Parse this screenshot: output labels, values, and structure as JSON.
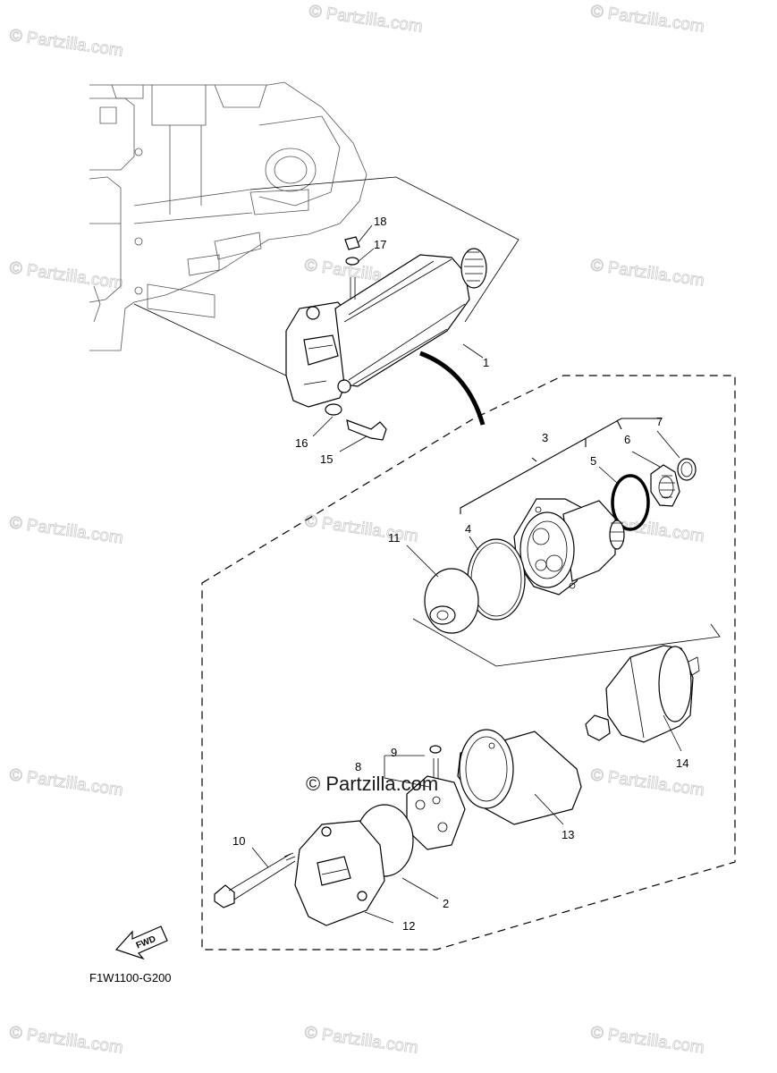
{
  "diagram": {
    "code": "F1W1100-G200",
    "fwd_label": "FWD",
    "watermark_main": "© Partzilla.com",
    "watermark_repeat": "© Partzilla.com",
    "callouts": [
      "1",
      "2",
      "3",
      "4",
      "5",
      "6",
      "7",
      "8",
      "9",
      "10",
      "11",
      "12",
      "13",
      "14",
      "15",
      "16",
      "17",
      "18"
    ]
  }
}
